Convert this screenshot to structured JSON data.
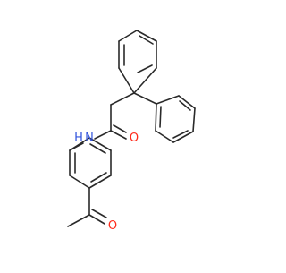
{
  "molecule": {
    "atoms": {
      "nitrogen_label": "N",
      "nitrogen_h_label": "H",
      "amide_oxygen_label": "O",
      "ketone_oxygen_label": "O"
    },
    "colors": {
      "bond": "#2a2a2a",
      "nitrogen": "#3355dd",
      "oxygen": "#ff2a1a",
      "background": "#ffffff"
    }
  }
}
